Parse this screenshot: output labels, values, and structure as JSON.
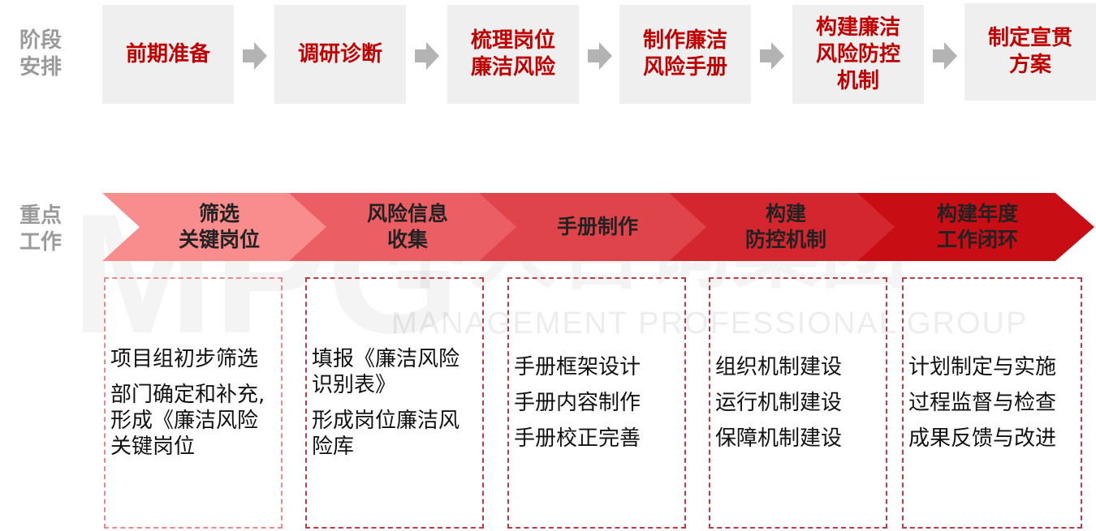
{
  "labels": {
    "stage": "阶段\n安排",
    "focus": "重点\n工作"
  },
  "stages": [
    "前期准备",
    "调研诊断",
    "梳理岗位\n廉洁风险",
    "制作廉洁\n风险手册",
    "构建廉洁\n风险防控\n机制",
    "制定宣贯\n方案"
  ],
  "focus_steps": [
    "筛选\n关键岗位",
    "风险信息\n收集",
    "手册制作",
    "构建\n防控机制",
    "构建年度\n工作闭环"
  ],
  "work_items": [
    [
      "项目组初步筛选",
      "部门确定和补充,\n形成《廉洁风险\n关键岗位"
    ],
    [
      "填报《廉洁风险\n识别表》",
      "形成岗位廉洁风\n险库"
    ],
    [
      "手册框架设计",
      "手册内容制作",
      "手册校正完善"
    ],
    [
      "组织机制建设",
      "运行机制建设",
      "保障机制建设"
    ],
    [
      "计划制定与实施",
      "过程监督与检查",
      "成果反馈与改进"
    ]
  ],
  "watermark": {
    "logo": "MPG",
    "chinese": "中大咨询集团",
    "english": "MANAGEMENT PROFESSIONAL GROUP"
  },
  "colors": {
    "stage_text": "#c00000",
    "stage_bg": "#efefef",
    "arrow": "#b3b3b3",
    "label_gray": "#9a9a9a",
    "chevrons": [
      "#f98c8c",
      "#eb5e63",
      "#e0444b",
      "#d4262f",
      "#c80d14"
    ],
    "dashed_border": "#c23a44",
    "dashed_border_first": "#e88a8a"
  }
}
